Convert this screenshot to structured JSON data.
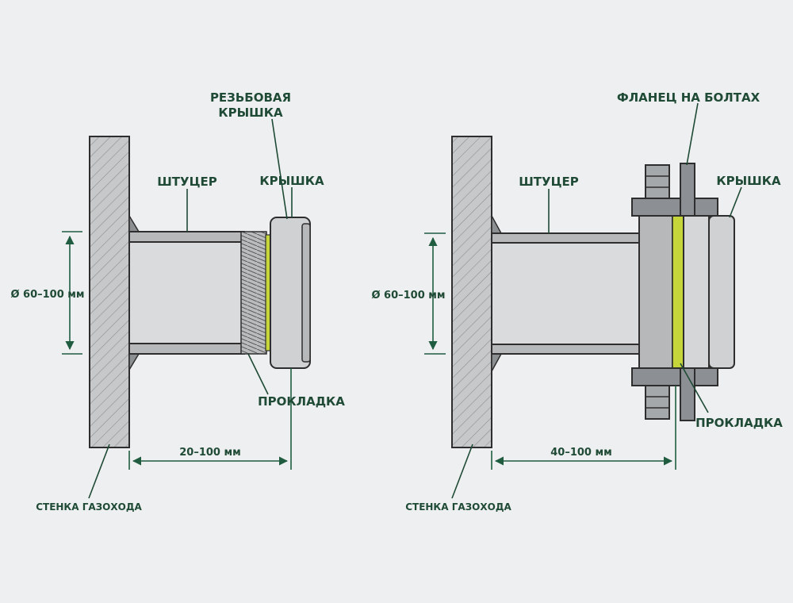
{
  "colors": {
    "background": "#eeeff0",
    "wall": "#c6c8c9",
    "pipe_body": "#d9dbdc",
    "pipe_wall": "#b6b8ba",
    "cap": "#cfd1d2",
    "flange": "#8c9094",
    "gasket": "#c6d63a",
    "bolt": "#a5a8ab",
    "label": "#1f4a36",
    "dimension": "#1f5c40"
  },
  "left_diagram": {
    "label_threaded_cap": [
      "РЕЗЬБОВАЯ",
      "КРЫШКА"
    ],
    "label_fitting": "ШТУЦЕР",
    "label_cap": "КРЫШКА",
    "label_gasket": "ПРОКЛАДКА",
    "label_diameter": "Ø 60–100 мм",
    "label_length": "20–100 мм",
    "label_wall": "СТЕНКА ГАЗОХОДА"
  },
  "right_diagram": {
    "label_bolted_flange": "ФЛАНЕЦ НА  БОЛТАХ",
    "label_fitting": "ШТУЦЕР",
    "label_cap": "КРЫШКА",
    "label_gasket": "ПРОКЛАДКА",
    "label_diameter": "Ø 60–100 мм",
    "label_length": "40–100 мм",
    "label_wall": "СТЕНКА ГАЗОХОДА"
  }
}
